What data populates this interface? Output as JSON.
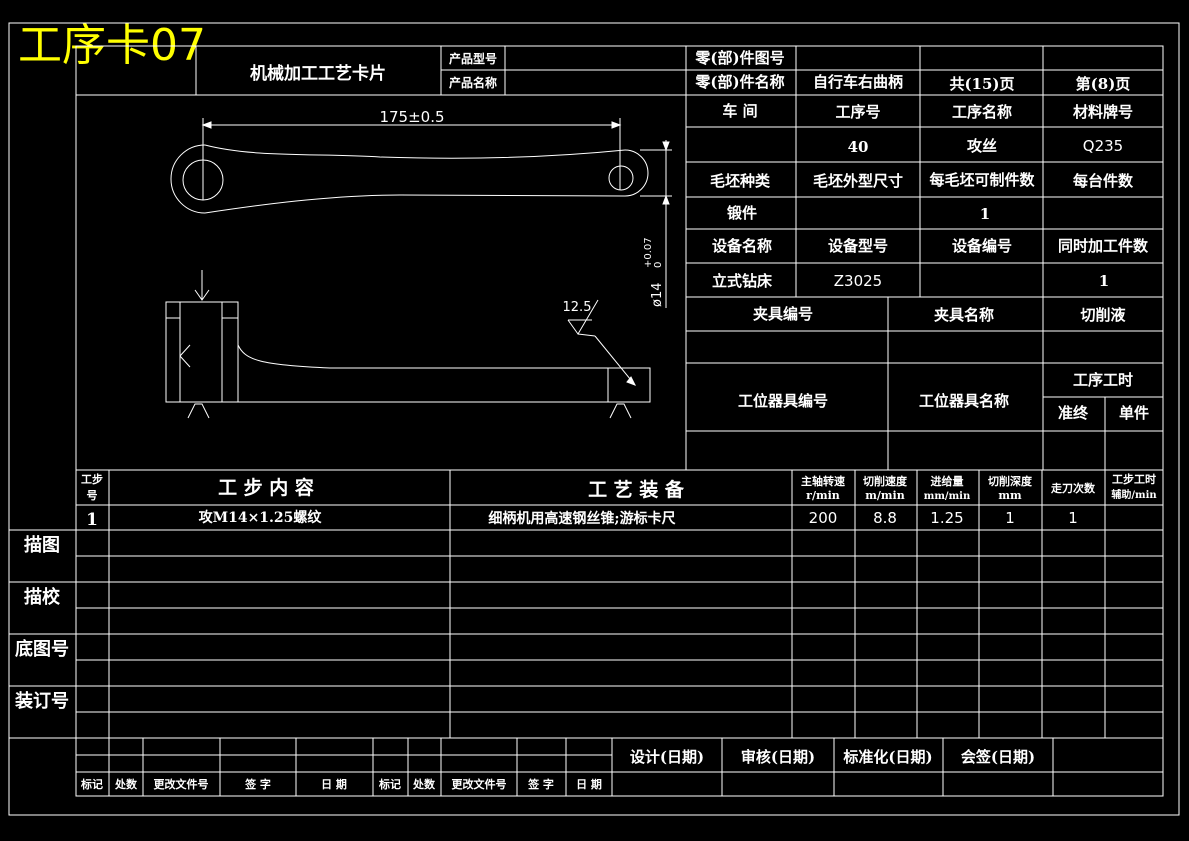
{
  "card_label": "工序卡07",
  "colors": {
    "background": "#000000",
    "lines": "#ffffff",
    "card_label": "#ffff00"
  },
  "header": {
    "card_title": "机械加工工艺卡片",
    "product_model_label": "产品型号",
    "product_name_label": "产品名称",
    "part_drawing_no_label": "零(部)件图号",
    "part_name_label": "零(部)件名称",
    "part_name": "自行车右曲柄",
    "total_pages": "共(15)页",
    "page_no": "第(8)页"
  },
  "info": {
    "workshop_label": "车 间",
    "op_no_label": "工序号",
    "op_name_label": "工序名称",
    "material_label": "材料牌号",
    "op_no": "40",
    "op_name": "攻丝",
    "material": "Q235",
    "blank_type_label": "毛坯种类",
    "blank_size_label": "毛坯外型尺寸",
    "parts_per_blank_label": "每毛坯可制件数",
    "parts_per_unit_label": "每台件数",
    "blank_type": "锻件",
    "parts_per_blank": "1",
    "equipment_name_label": "设备名称",
    "equipment_model_label": "设备型号",
    "equipment_no_label": "设备编号",
    "simultaneous_label": "同时加工件数",
    "equipment_name": "立式钻床",
    "equipment_model": "Z3025",
    "simultaneous": "1",
    "fixture_no_label": "夹具编号",
    "fixture_name_label": "夹具名称",
    "coolant_label": "切削液",
    "station_tool_no_label": "工位器具编号",
    "station_tool_name_label": "工位器具名称",
    "op_time_label": "工序工时",
    "setup_time_label": "准终",
    "unit_time_label": "单件"
  },
  "drawing": {
    "dim_length": "175±0.5",
    "dim_diameter": "ø14",
    "dim_tolerance": "+0.07",
    "dim_tolerance_lower": "0",
    "roughness": "12.5"
  },
  "steps": {
    "headers": {
      "step_no": [
        "工步",
        "号"
      ],
      "content": "工 步 内 容",
      "equipment": "工 艺 装 备",
      "spindle_speed": [
        "主轴转速",
        "r/min"
      ],
      "cutting_speed": [
        "切削速度",
        "m/min"
      ],
      "feed": [
        "进给量",
        "mm/min"
      ],
      "depth": [
        "切削深度",
        "mm"
      ],
      "passes": "走刀次数",
      "time": [
        "工步工时",
        "辅助/min"
      ]
    },
    "rows": [
      {
        "no": "1",
        "content": "攻M14×1.25螺纹",
        "equipment": "细柄机用高速钢丝锥;游标卡尺",
        "spindle_speed": "200",
        "cutting_speed": "8.8",
        "feed": "1.25",
        "depth": "1",
        "passes": "1"
      }
    ]
  },
  "side_labels": [
    "描图",
    "描校",
    "底图号",
    "装订号"
  ],
  "footer": {
    "design": "设计(日期)",
    "review": "审核(日期)",
    "standardize": "标准化(日期)",
    "countersign": "会签(日期)",
    "mark": "标记",
    "count": "处数",
    "change_doc": "更改文件号",
    "signature": "签 字",
    "date": "日 期"
  }
}
